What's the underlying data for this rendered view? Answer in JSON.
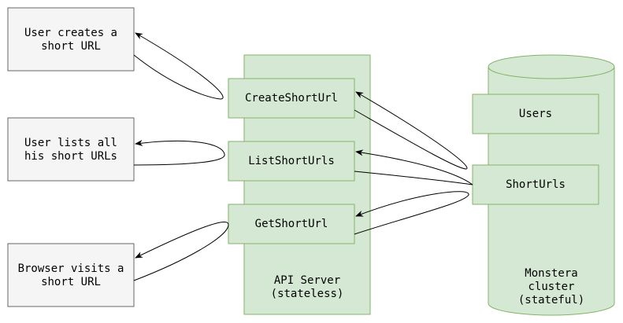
{
  "colors": {
    "actor_fill": "#f5f5f5",
    "actor_stroke": "#666666",
    "component_fill": "#d5e8d4",
    "component_stroke": "#82b366",
    "edge": "#000000"
  },
  "actors": {
    "create": [
      "User creates a",
      "short URL"
    ],
    "list": [
      "User lists all",
      "his short URLs"
    ],
    "visit": [
      "Browser visits a",
      "short URL"
    ]
  },
  "api_server": {
    "title": [
      "API Server",
      "(stateless)"
    ],
    "endpoints": {
      "create": "CreateShortUrl",
      "list": "ListShortUrls",
      "get": "GetShortUrl"
    }
  },
  "cluster": {
    "title": [
      "Monstera",
      "cluster",
      "(stateful)"
    ],
    "tables": {
      "users": "Users",
      "shorturls": "ShortUrls"
    }
  }
}
